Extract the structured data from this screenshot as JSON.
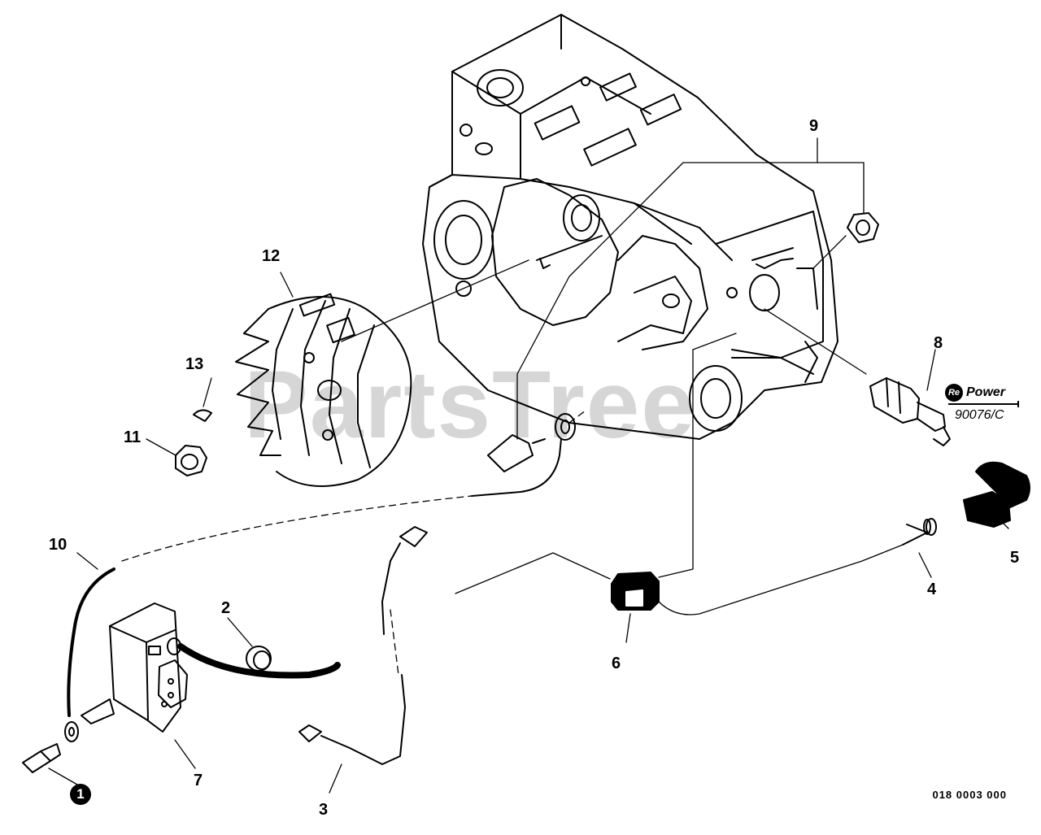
{
  "watermark": "PartsTree",
  "drawing_number": "018 0003 000",
  "repower": {
    "logo_text": "Power",
    "logo_prefix": "Re",
    "part_code": "90076/C"
  },
  "callouts": {
    "c1": "1",
    "c2": "2",
    "c3": "3",
    "c4": "4",
    "c5": "5",
    "c6": "6",
    "c7": "7",
    "c8": "8",
    "c9": "9",
    "c10": "10",
    "c11": "11",
    "c12": "12",
    "c13": "13"
  }
}
